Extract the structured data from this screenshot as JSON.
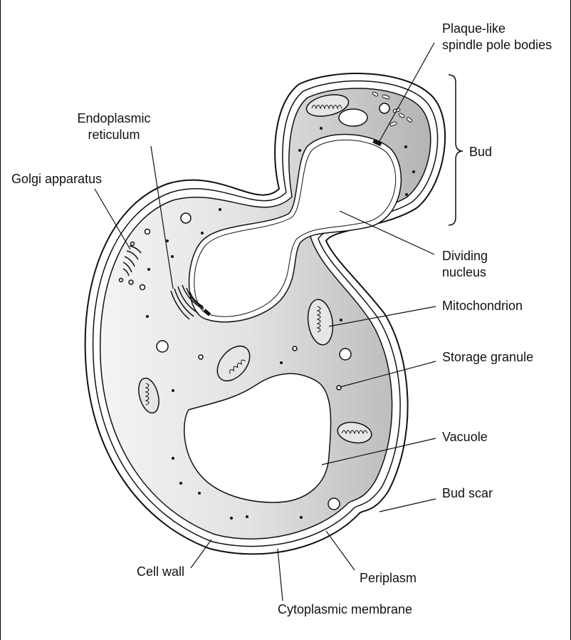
{
  "labels": {
    "plaque_like": "Plaque-like",
    "spindle_pole_bodies": "spindle pole bodies",
    "endoplasmic": "Endoplasmic",
    "reticulum": "reticulum",
    "golgi": "Golgi apparatus",
    "bud": "Bud",
    "dividing": "Dividing",
    "nucleus": "nucleus",
    "mitochondrion": "Mitochondrion",
    "storage_granule": "Storage granule",
    "vacuole": "Vacuole",
    "bud_scar": "Bud scar",
    "cell_wall": "Cell wall",
    "periplasm": "Periplasm",
    "cytoplasmic_membrane": "Cytoplasmic membrane"
  },
  "colors": {
    "line": "#111111",
    "cytoplasm_light": "#f2f2f2",
    "cytoplasm_dark": "#b8b8b8",
    "organelle_fill": "#e6e6e6"
  }
}
